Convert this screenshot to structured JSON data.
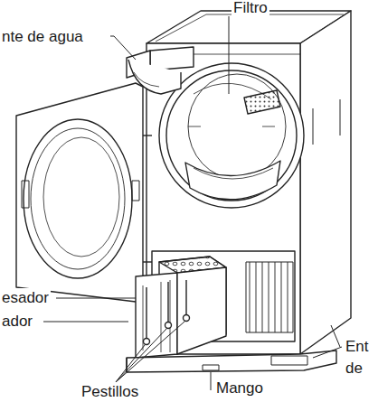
{
  "diagram": {
    "labels": [
      "nte de agua",
      "Filtro",
      "esador",
      "ador",
      "Ent de",
      "Pestillos",
      "Mango"
    ]
  }
}
